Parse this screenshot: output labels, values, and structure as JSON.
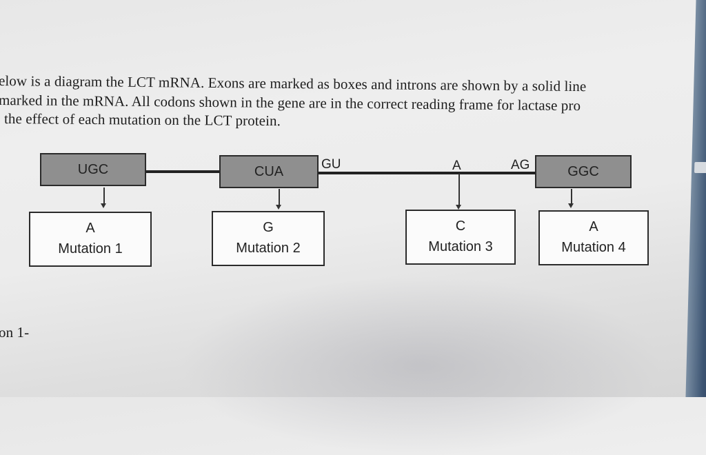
{
  "text_lines": [
    "elow is a diagram the LCT mRNA. Exons are marked as boxes and introns are shown by a solid line",
    "marked in the mRNA. All codons shown in the gene are in the correct reading frame for lactase pro",
    "the effect of each mutation on the LCT protein.",
    "on 1-"
  ],
  "diagram": {
    "exons": [
      {
        "label": "UGC"
      },
      {
        "label": "CUA"
      },
      {
        "label": "GGC"
      }
    ],
    "intron_sites": {
      "donor": "GU",
      "branch": "A",
      "acceptor": "AG"
    },
    "mutations": [
      {
        "base": "A",
        "label": "Mutation 1"
      },
      {
        "base": "G",
        "label": "Mutation 2"
      },
      {
        "base": "C",
        "label": "Mutation 3"
      },
      {
        "base": "A",
        "label": "Mutation 4"
      }
    ]
  }
}
